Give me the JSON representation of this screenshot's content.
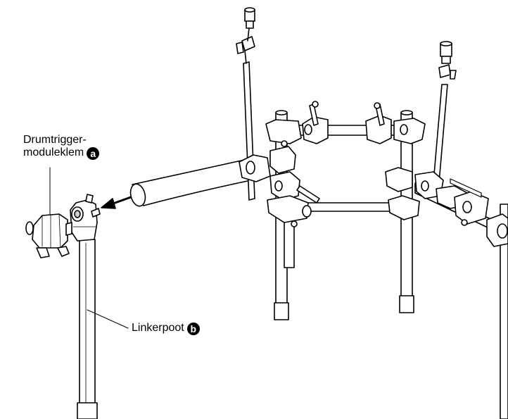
{
  "labels": {
    "clamp_line1": "Drumtrigger-",
    "clamp_line2": "moduleklem",
    "clamp_marker": "a",
    "leg_text": "Linkerpoot",
    "leg_marker": "b"
  },
  "colors": {
    "line": "#000000",
    "fill": "#ffffff",
    "shade": "#cfcfcf",
    "badge": "#000000"
  },
  "icons": {
    "arrow": "arrow-left-icon"
  }
}
